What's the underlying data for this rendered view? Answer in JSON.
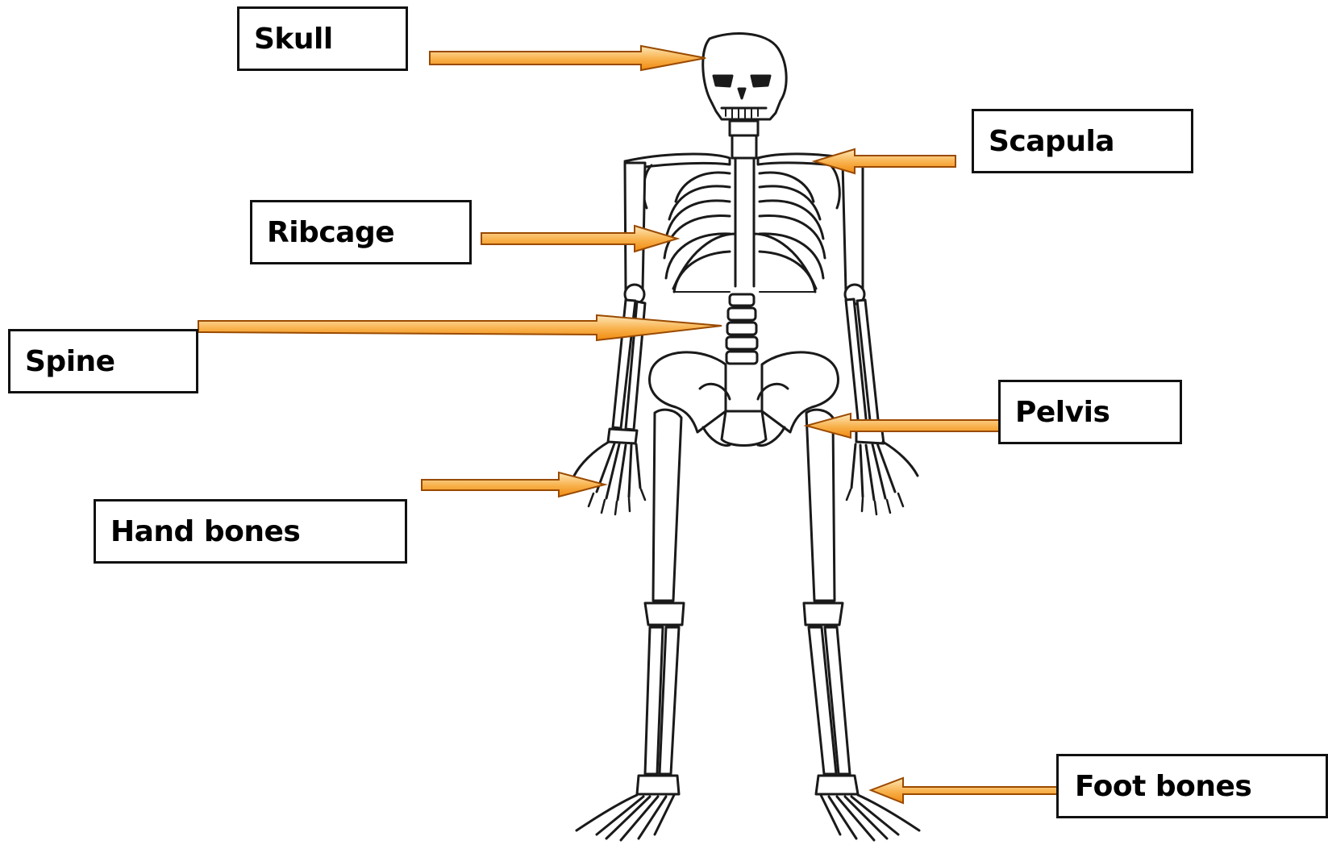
{
  "labels": {
    "skull": "Skull",
    "scapula": "Scapula",
    "ribcage": "Ribcage",
    "spine": "Spine",
    "pelvis": "Pelvis",
    "hand_bones": "Hand bones",
    "foot_bones": "Foot bones"
  },
  "colors": {
    "arrow_fill_light": "#fde0a8",
    "arrow_fill_dark": "#f59a1e",
    "arrow_stroke": "#9a4a00",
    "label_border": "#111111",
    "bone_line": "#1a1a1a"
  }
}
